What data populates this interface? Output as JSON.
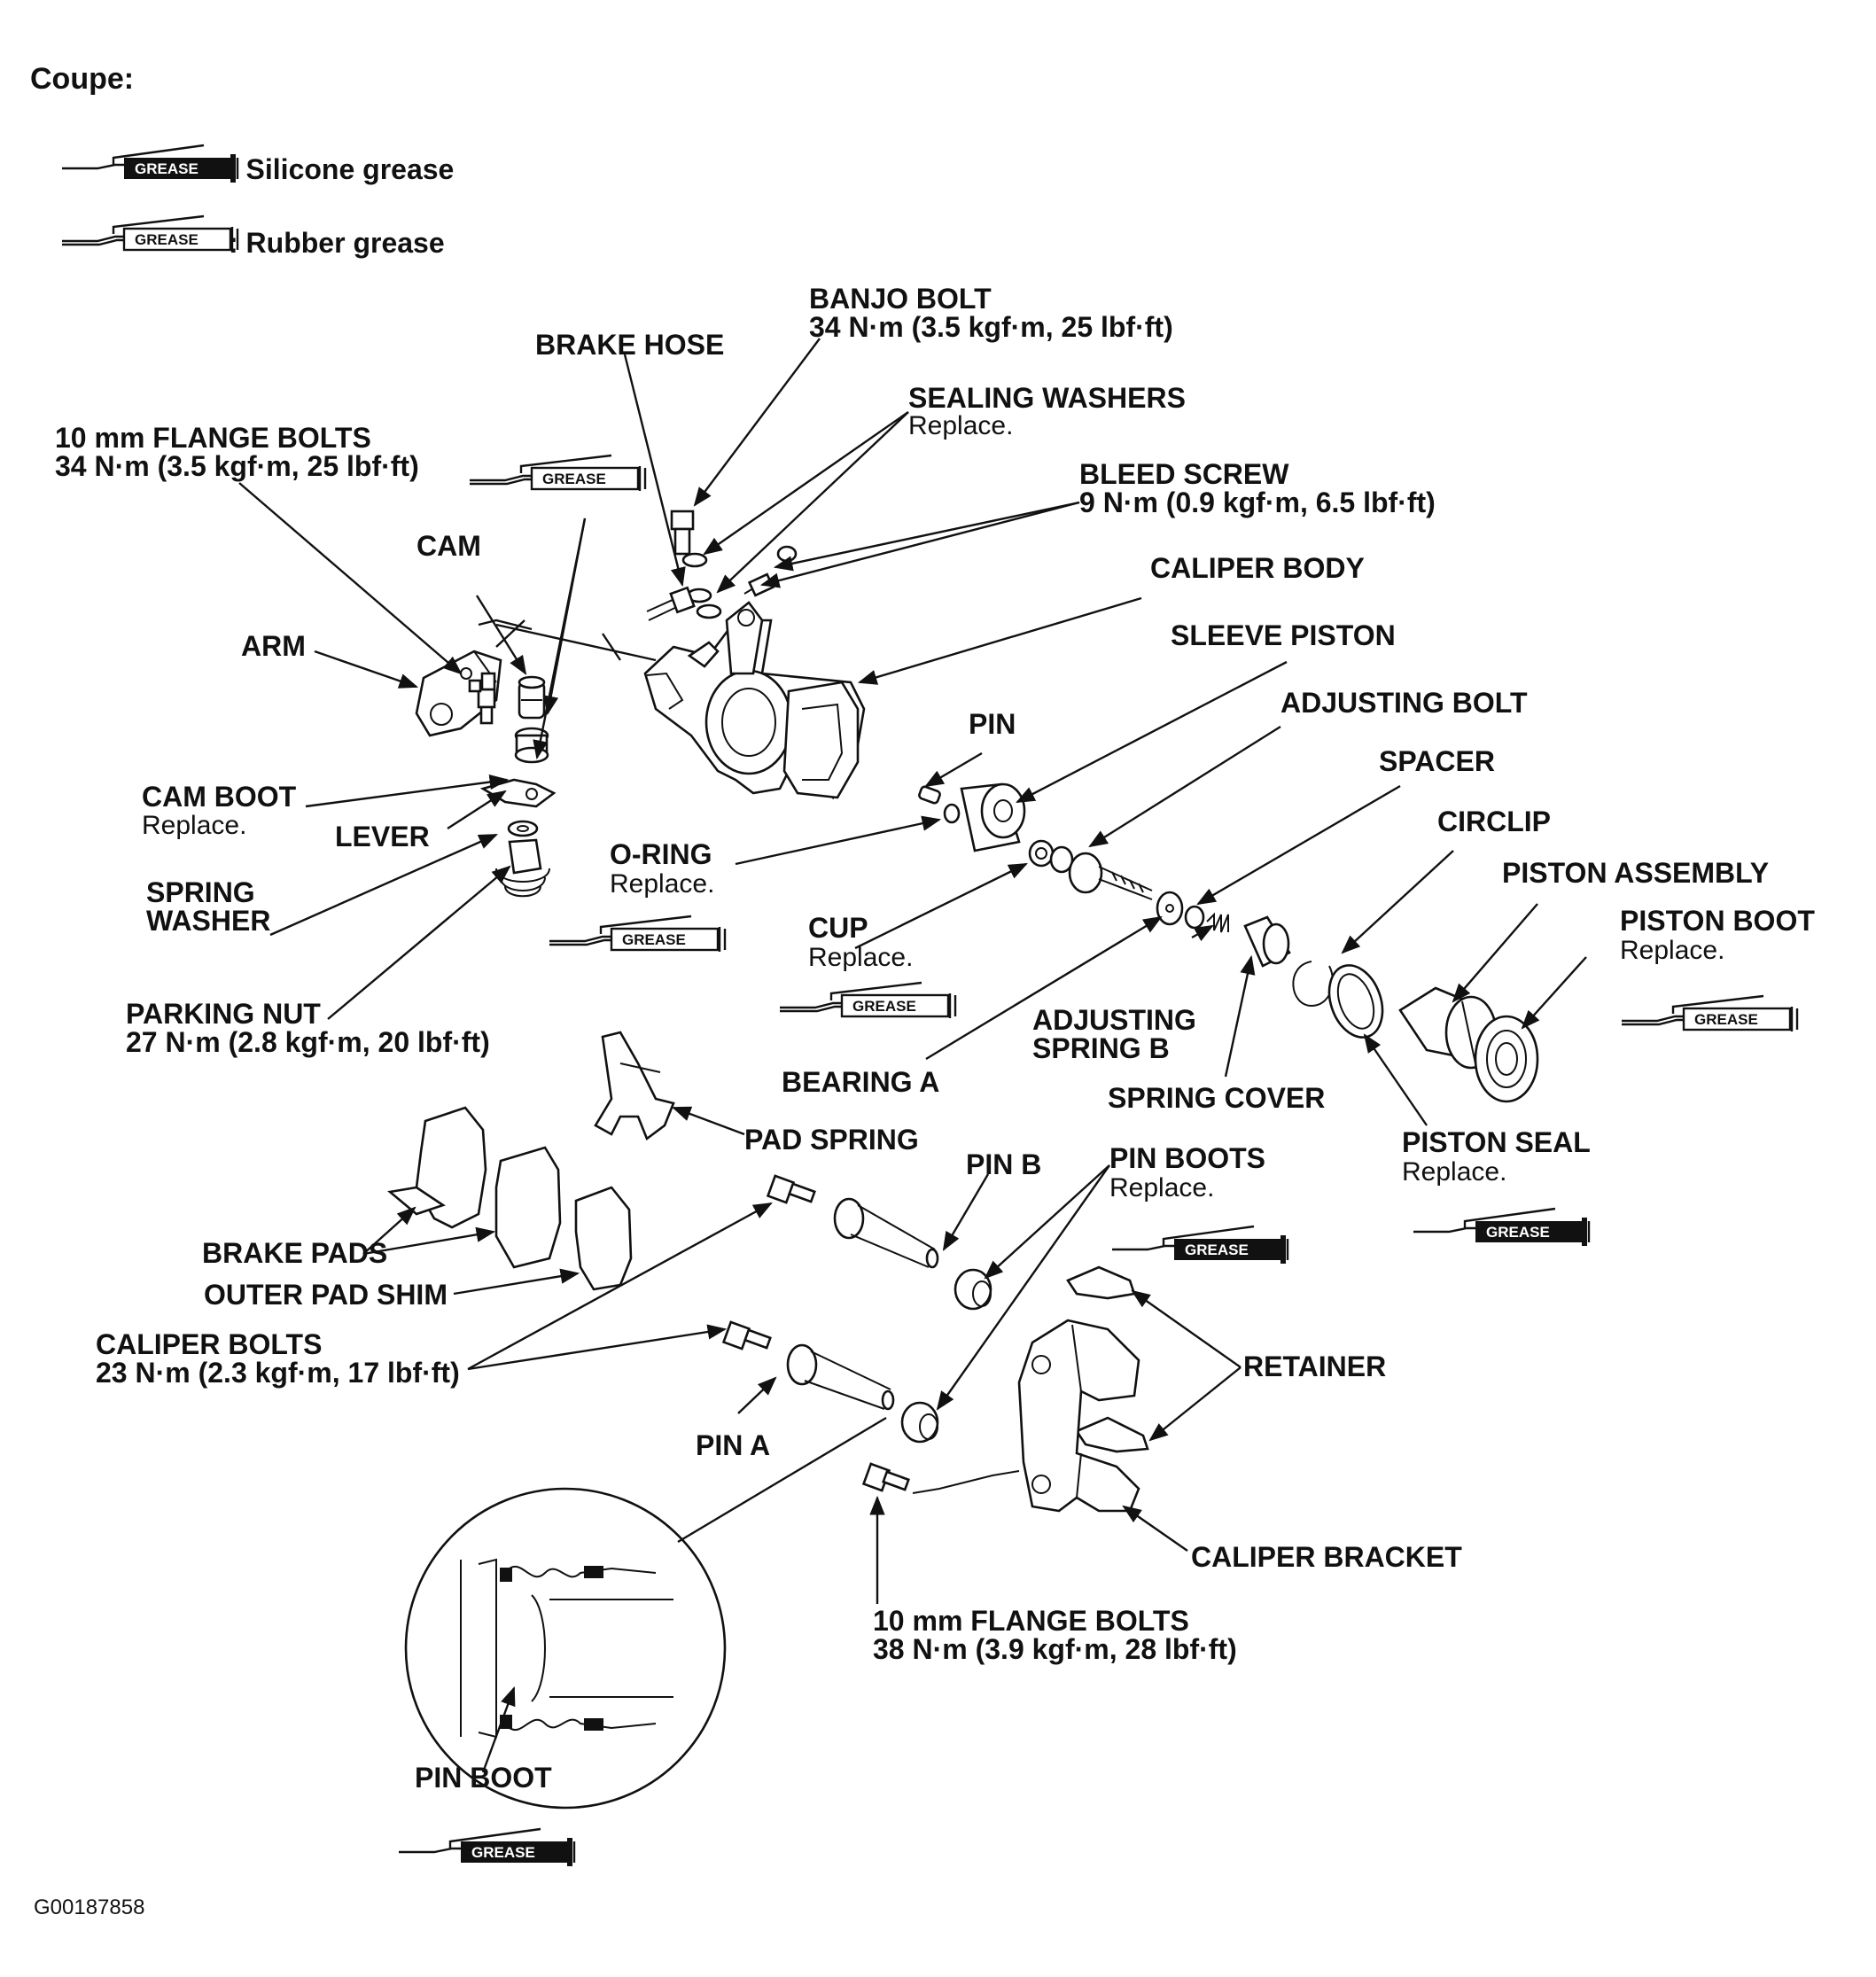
{
  "title": "Coupe:",
  "legend": {
    "icon_text": "GREASE",
    "silicone": ": Silicone grease",
    "rubber": ": Rubber grease"
  },
  "labels": {
    "banjo_bolt": "BANJO BOLT",
    "banjo_bolt_torque": "34 N·m (3.5 kgf·m, 25 lbf·ft)",
    "brake_hose": "BRAKE HOSE",
    "sealing_washers": "SEALING WASHERS",
    "sealing_washers_note": "Replace.",
    "flange_bolts_top": "10 mm FLANGE BOLTS",
    "flange_bolts_top_torque": "34 N·m (3.5 kgf·m, 25 lbf·ft)",
    "bleed_screw": "BLEED SCREW",
    "bleed_screw_torque": "9 N·m (0.9 kgf·m, 6.5 lbf·ft)",
    "cam": "CAM",
    "caliper_body": "CALIPER BODY",
    "arm": "ARM",
    "sleeve_piston": "SLEEVE PISTON",
    "adjusting_bolt": "ADJUSTING BOLT",
    "pin": "PIN",
    "spacer": "SPACER",
    "cam_boot": "CAM BOOT",
    "cam_boot_note": "Replace.",
    "lever": "LEVER",
    "circlip": "CIRCLIP",
    "o_ring": "O-RING",
    "o_ring_note": "Replace.",
    "piston_assembly": "PISTON ASSEMBLY",
    "spring_washer_1": "SPRING",
    "spring_washer_2": "WASHER",
    "piston_boot": "PISTON BOOT",
    "piston_boot_note": "Replace.",
    "cup": "CUP",
    "cup_note": "Replace.",
    "parking_nut": "PARKING NUT",
    "parking_nut_torque": "27 N·m (2.8 kgf·m, 20 lbf·ft)",
    "adjusting_spring_1": "ADJUSTING",
    "adjusting_spring_2": "SPRING B",
    "bearing_a": "BEARING A",
    "spring_cover": "SPRING COVER",
    "pad_spring": "PAD SPRING",
    "piston_seal": "PISTON SEAL",
    "piston_seal_note": "Replace.",
    "pin_b": "PIN B",
    "pin_boots": "PIN BOOTS",
    "pin_boots_note": "Replace.",
    "brake_pads": "BRAKE PADS",
    "outer_pad_shim": "OUTER PAD SHIM",
    "caliper_bolts": "CALIPER BOLTS",
    "caliper_bolts_torque": "23 N·m (2.3 kgf·m, 17 lbf·ft)",
    "retainer": "RETAINER",
    "pin_a": "PIN A",
    "caliper_bracket": "CALIPER BRACKET",
    "flange_bolts_bottom": "10 mm FLANGE BOLTS",
    "flange_bolts_bottom_torque": "38 N·m (3.9 kgf·m, 28 lbf·ft)",
    "pin_boot": "PIN BOOT"
  },
  "figure_id": "G00187858"
}
